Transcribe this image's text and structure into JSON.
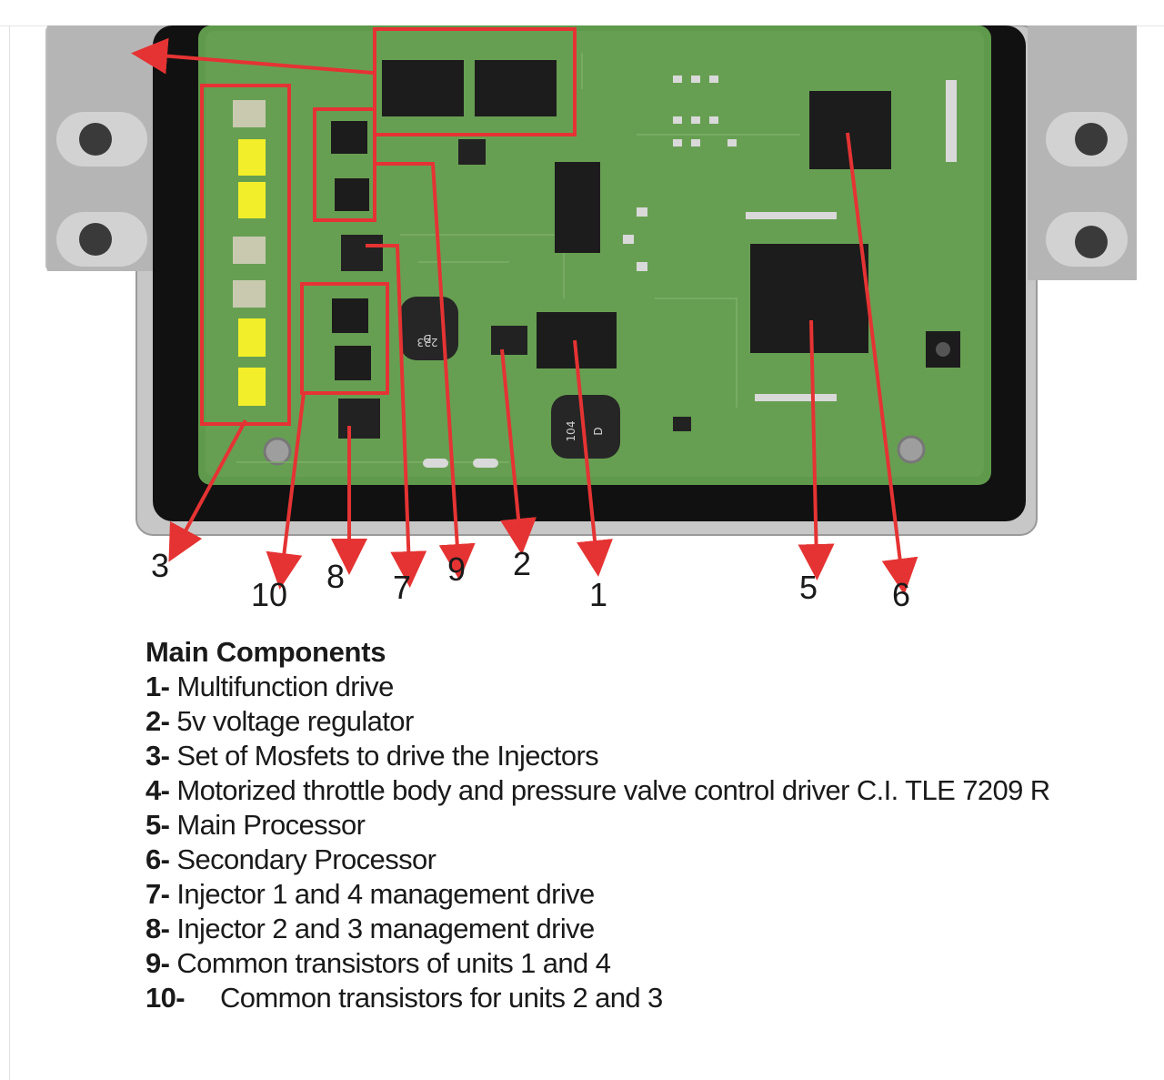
{
  "callouts": [
    {
      "number": "3",
      "component": "Set of Mosfets to drive the Injectors"
    },
    {
      "number": "10",
      "component": "Common transistors for units 2 and 3"
    },
    {
      "number": "8",
      "component": "Injector 2 and 3 management drive"
    },
    {
      "number": "7",
      "component": "Injector 1 and 4 management drive"
    },
    {
      "number": "9",
      "component": "Common transistors of units 1 and 4"
    },
    {
      "number": "2",
      "component": "5v voltage regulator"
    },
    {
      "number": "1",
      "component": "Multifunction drive"
    },
    {
      "number": "5",
      "component": "Main Processor"
    },
    {
      "number": "6",
      "component": "Secondary Processor"
    }
  ],
  "board_markings": {
    "inductor_left": "223",
    "inductor_left_letter": "D",
    "inductor_bottom": "104",
    "inductor_bottom_letter": "D"
  },
  "legend": {
    "title": "Main Components",
    "items": [
      {
        "num": "1-",
        "text": "Multifunction drive"
      },
      {
        "num": "2-",
        "text": "5v voltage regulator"
      },
      {
        "num": "3-",
        "text": "Set of Mosfets to drive the Injectors"
      },
      {
        "num": "4-",
        "text": "Motorized throttle body and pressure valve control driver C.I. TLE 7209 R"
      },
      {
        "num": "5-",
        "text": "Main Processor"
      },
      {
        "num": "6-",
        "text": "Secondary Processor"
      },
      {
        "num": "7-",
        "text": "Injector 1 and 4 management drive"
      },
      {
        "num": "8-",
        "text": "Injector 2 and 3 management drive"
      },
      {
        "num": "9-",
        "text": "Common transistors of units 1 and 4"
      },
      {
        "num": "10-",
        "text": "Common transistors for units 2 and 3"
      }
    ]
  },
  "colors": {
    "pcb": "#5f9a4c",
    "callout": "#e53333",
    "housing": "#b9b9b9",
    "chip": "#1c1c1c"
  }
}
